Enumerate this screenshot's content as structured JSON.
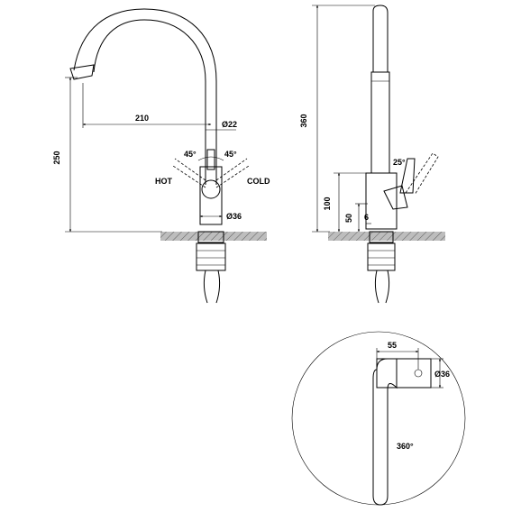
{
  "front_view": {
    "dim_reach": "210",
    "dim_spout_dia": "Ø22",
    "dim_height": "250",
    "angle_left": "45°",
    "angle_right": "45°",
    "label_hot": "HOT",
    "label_cold": "COLD",
    "dim_body_dia": "Ø36"
  },
  "side_view": {
    "dim_height": "360",
    "angle_lever": "25°",
    "dim_handle_height": "100",
    "dim_base_height": "50",
    "dim_gap": "6"
  },
  "top_view": {
    "dim_offset": "55",
    "dim_body_dia": "Ø36",
    "rotation": "360°"
  }
}
